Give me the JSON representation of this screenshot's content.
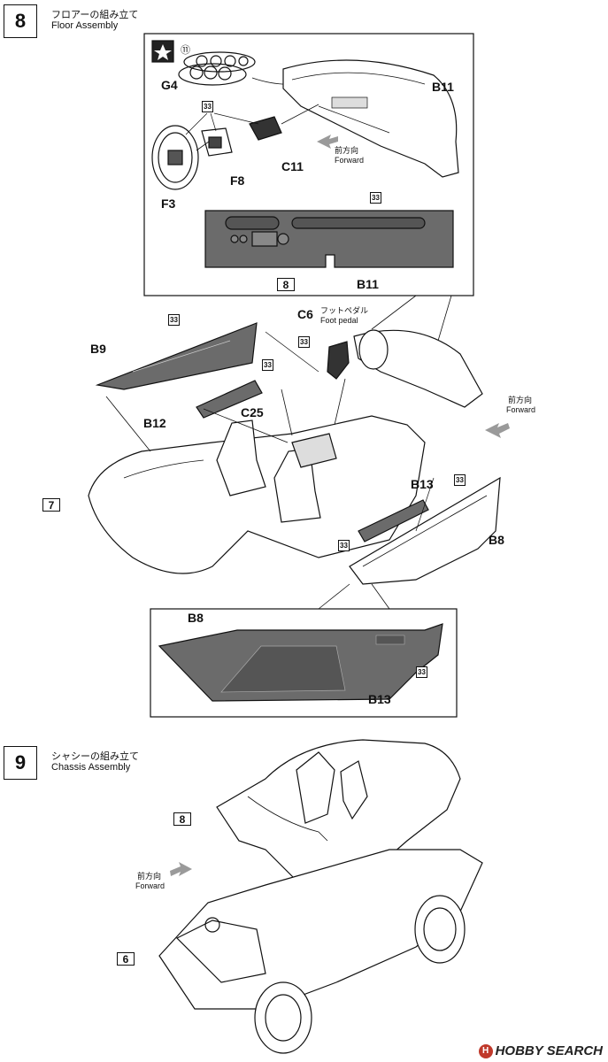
{
  "step8": {
    "number": "8",
    "title_jp": "フロアーの組み立て",
    "title_en": "Floor Assembly"
  },
  "step9": {
    "number": "9",
    "title_jp": "シャシーの組み立て",
    "title_en": "Chassis Assembly"
  },
  "callout_top": {
    "star_icon": "star-icon",
    "part_11": "⑪",
    "labels": {
      "g4": "G4",
      "b11": "B11",
      "c11": "C11",
      "f8": "F8",
      "f3": "F3",
      "b11_lower": "B11",
      "ref8": "8"
    },
    "paint": {
      "p33a": "33",
      "p33b": "33"
    },
    "forward_jp": "前方向",
    "forward_en": "Forward"
  },
  "main": {
    "labels": {
      "c6": "C6",
      "b9": "B9",
      "b12": "B12",
      "c25": "C25",
      "b13": "B13",
      "b8": "B8",
      "ref7": "7"
    },
    "foot_pedal_jp": "フットペダル",
    "foot_pedal_en": "Foot pedal",
    "paint": {
      "p1": "33",
      "p2": "33",
      "p3": "33",
      "p4": "33",
      "p5": "33"
    },
    "forward_jp": "前方向",
    "forward_en": "Forward"
  },
  "callout_bottom": {
    "labels": {
      "b8": "B8",
      "b13": "B13"
    },
    "paint": "33"
  },
  "chassis": {
    "ref8": "8",
    "ref6": "6",
    "forward_jp": "前方向",
    "forward_en": "Forward"
  },
  "watermark": {
    "logo": "H",
    "text": "HOBBY SEARCH"
  },
  "colors": {
    "part_fill": "#6b6b6b",
    "arrow_gray": "#9a9a9a",
    "line": "#111111"
  }
}
